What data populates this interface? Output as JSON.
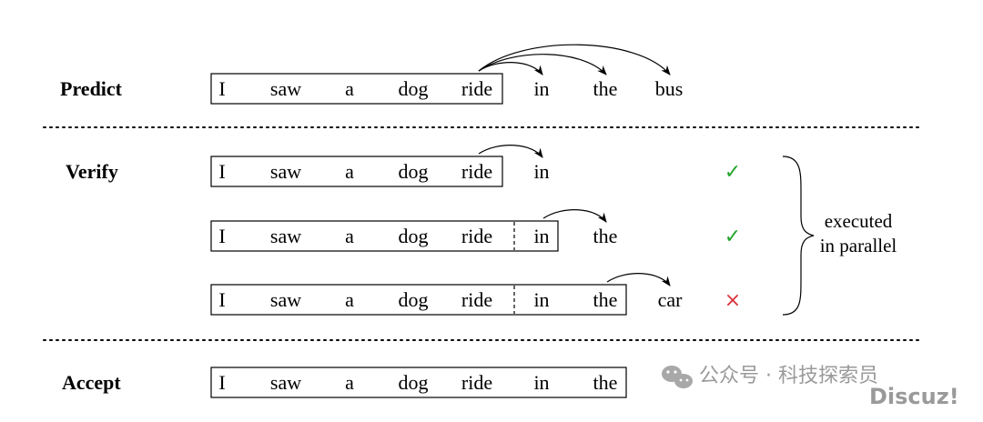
{
  "stages": {
    "predict": "Predict",
    "verify": "Verify",
    "accept": "Accept"
  },
  "rows": {
    "predict": {
      "context": [
        "I",
        "saw",
        "a",
        "dog",
        "ride"
      ],
      "guesses": [
        "in",
        "the",
        "bus"
      ]
    },
    "verify_1": {
      "context": [
        "I",
        "saw",
        "a",
        "dog",
        "ride"
      ],
      "checked": "in",
      "result": "✓"
    },
    "verify_2": {
      "context": [
        "I",
        "saw",
        "a",
        "dog",
        "ride",
        "in"
      ],
      "checked": "the",
      "result": "✓"
    },
    "verify_3": {
      "context": [
        "I",
        "saw",
        "a",
        "dog",
        "ride",
        "in",
        "the"
      ],
      "checked": "car",
      "result": "×"
    },
    "accept": {
      "context": [
        "I",
        "saw",
        "a",
        "dog",
        "ride",
        "in",
        "the"
      ]
    }
  },
  "brace_note": [
    "executed",
    "in parallel"
  ],
  "watermark": {
    "source": "公众号 · 科技探索员",
    "site": "Discuz!"
  },
  "colors": {
    "check": "#22a52a",
    "cross": "#d9363e",
    "ink": "#000000",
    "watermark": "#9a9a9a"
  }
}
